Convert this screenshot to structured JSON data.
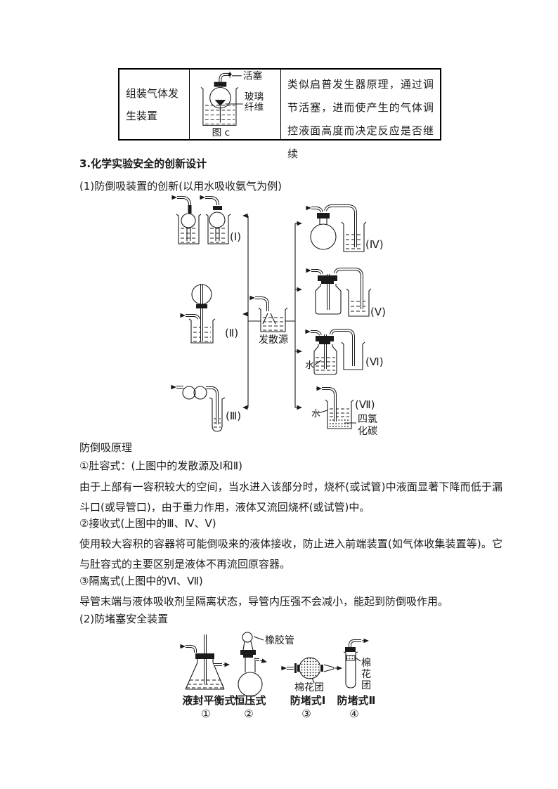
{
  "table": {
    "cell1": "组装气体发生装置",
    "figure": {
      "valve": "活塞",
      "fiber1": "玻璃",
      "fiber2": "纤维",
      "caption": "图 c"
    },
    "cell3": "类似启普发生器原理，通过调节活塞，进而使产生的气体调控液面高度而决定反应是否继续"
  },
  "headings": {
    "h3": "3.化学实验安全的创新设计",
    "s1": "(1)防倒吸装置的创新(以用水吸收氨气为例)",
    "s2": "(2)防堵塞安全装置"
  },
  "main_diagram": {
    "source": "发散源",
    "num_i": "(Ⅰ)",
    "num_ii": "(Ⅱ)",
    "num_iii": "(Ⅲ)",
    "num_iv": "(Ⅳ)",
    "num_v": "(Ⅴ)",
    "num_vi": "(Ⅵ)",
    "num_vii": "(Ⅶ)",
    "water_vi": "水",
    "water_vii": "水",
    "ccl4_1": "四氯",
    "ccl4_2": "化碳"
  },
  "principle": {
    "title": "防倒吸原理",
    "item1_title": "①肚容式：(上图中的发散源及Ⅰ和Ⅱ)",
    "item1_body": "由于上部有一容积较大的空间，当水进入该部分时，烧杯(或试管)中液面显著下降而低于漏斗口(或导管口)，由于重力作用，液体又流回烧杯(或试管)中。",
    "item2_title": "②接收式(上图中的Ⅲ、Ⅳ、Ⅴ)",
    "item2_body": "使用较大容积的容器将可能倒吸来的液体接收，防止进入前端装置(如气体收集装置等)。它与肚容式的主要区别是液体不再流回原容器。",
    "item3_title": "③隔离式(上图中的Ⅵ、Ⅶ)",
    "item3_body": "导管末端与液体吸收剂呈隔离状态，导管内压强不会减小，能起到防倒吸作用。"
  },
  "bottom_diagram": {
    "rubber": "橡胶管",
    "cotton_iii": "棉花团",
    "cotton_iv": [
      "棉",
      "花",
      "团"
    ],
    "cap1": "液封平衡式",
    "cap2": "恒压式",
    "cap3": "防堵式Ⅰ",
    "cap4": "防堵式Ⅱ",
    "n1": "①",
    "n2": "②",
    "n3": "③",
    "n4": "④"
  }
}
